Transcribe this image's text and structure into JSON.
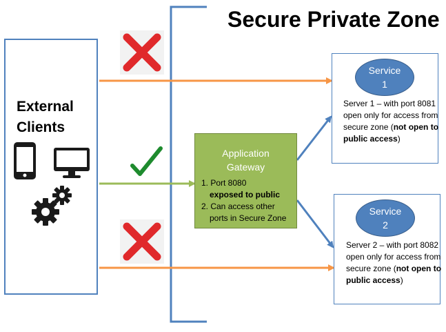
{
  "title": "Secure Private Zone",
  "clients": {
    "label_line1": "External",
    "label_line2": "Clients",
    "icons": [
      "mobile-phone-icon",
      "desktop-monitor-icon",
      "gears-icon"
    ]
  },
  "gateway": {
    "title_line1": "Application",
    "title_line2": "Gateway",
    "item1_prefix": "1. Port  8080",
    "item1_bold": "exposed to  public",
    "item2_line1": "2. Can access other",
    "item2_line2": "ports in Secure Zone"
  },
  "service1": {
    "name_line1": "Service",
    "name_line2": "1",
    "desc": "Server 1 – with port 8081  open only for access from secure zone (",
    "desc_bold": "not open to public",
    "desc_bold2": " access",
    "desc_end": ")"
  },
  "service2": {
    "name_line1": "Service",
    "name_line2": "2",
    "desc": "Server 2 – with port 8082  open only for access from secure zone (",
    "desc_bold": "not open to public",
    "desc_bold2": " access",
    "desc_end": ")"
  },
  "markers": {
    "top": "cross-icon",
    "middle": "check-icon",
    "bottom": "cross-icon"
  },
  "colors": {
    "blocked_arrow": "#f79646",
    "allowed_arrow": "#9bbb59",
    "gateway_arrow": "#4f81bd",
    "cross": "#e0292b",
    "check": "#1e8b2e",
    "gateway_fill": "#9bbb59",
    "service_fill": "#4f81bd",
    "boundary": "#4f81bd"
  }
}
